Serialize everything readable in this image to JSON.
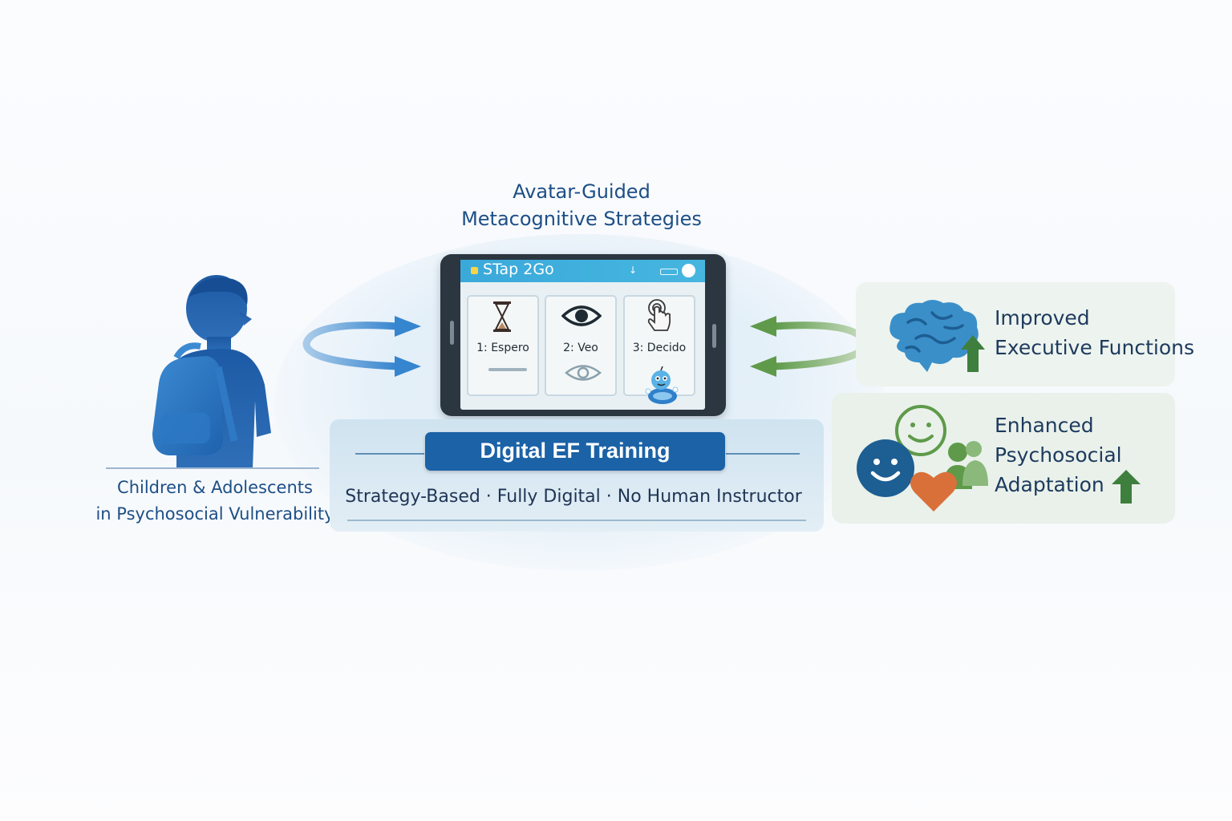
{
  "header": {
    "line1": "Avatar-Guided",
    "line2": "Metacognitive Strategies"
  },
  "participant": {
    "line1": "Children & Adolescents",
    "line2": "in Psychosocial Vulnerability"
  },
  "app": {
    "title": "STap 2Go",
    "download_glyph": "↓",
    "cards": [
      {
        "label": "1: Espero",
        "icon": "hourglass-icon"
      },
      {
        "label": "2: Veo",
        "icon": "eye-icon"
      },
      {
        "label": "3: Decido",
        "icon": "hand-tap-icon"
      }
    ]
  },
  "training": {
    "badge": "Digital EF Training",
    "subtitle": "Strategy-Based · Fully Digital · No Human Instructor"
  },
  "outcomes": [
    {
      "line1": "Improved",
      "line2": "Executive Functions",
      "icon": "brain-icon"
    },
    {
      "line1": "Enhanced",
      "line2": "Psychosocial",
      "line3": "Adaptation",
      "icon": "people-emotion-icon"
    }
  ],
  "colors": {
    "primary_blue": "#1b62a6",
    "arrow_blue": "#3f8fd2",
    "arrow_green": "#5e9a4a",
    "text_dark": "#1d3a5e"
  }
}
